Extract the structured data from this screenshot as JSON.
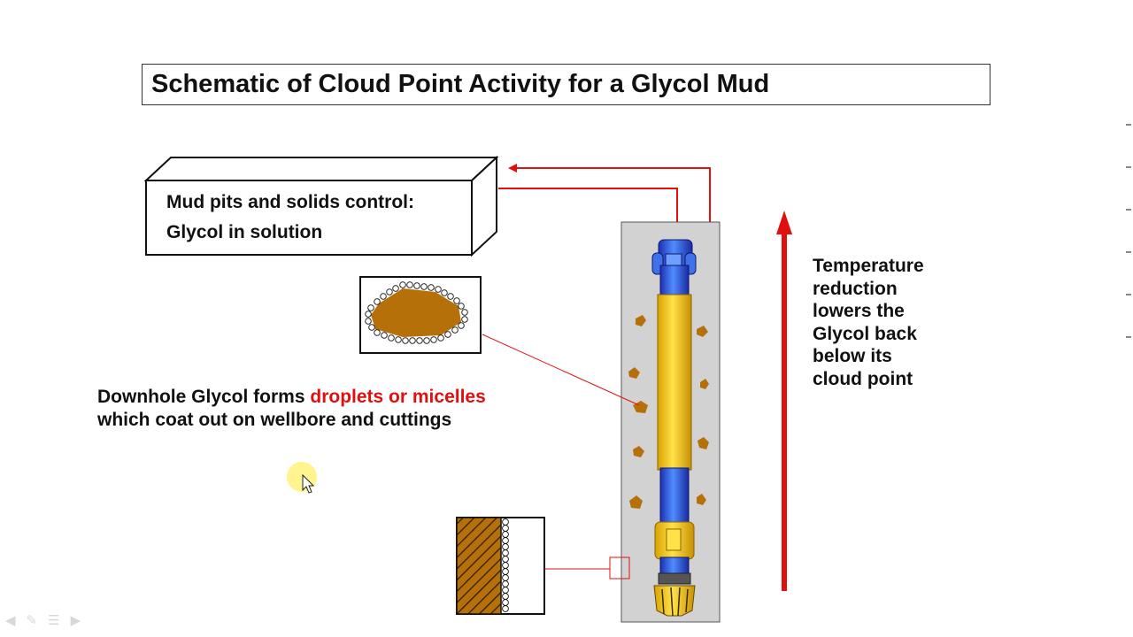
{
  "title": "Schematic of Cloud Point Activity for a Glycol Mud",
  "mud_pits": {
    "line1": "Mud pits and solids control:",
    "line2": "Glycol in solution"
  },
  "downhole": {
    "line1_a": "Downhole Glycol forms ",
    "line1_b": "droplets or micelles",
    "line2": "which coat out on wellbore and cuttings"
  },
  "temperature": {
    "line1": "Temperature",
    "line2": "reduction",
    "line3": "lowers the",
    "line4": "Glycol back",
    "line5": "below  its",
    "line6": "cloud point"
  },
  "colors": {
    "arrow_red": "#e01010",
    "cutting_brown": "#b5700a",
    "wellbore_gray": "#d2d2d2",
    "pipe_yellow": "#f2c71f",
    "pipe_blue": "#3355dd"
  },
  "nav_icons": [
    "prev-icon",
    "pen-icon",
    "menu-icon",
    "next-icon"
  ]
}
